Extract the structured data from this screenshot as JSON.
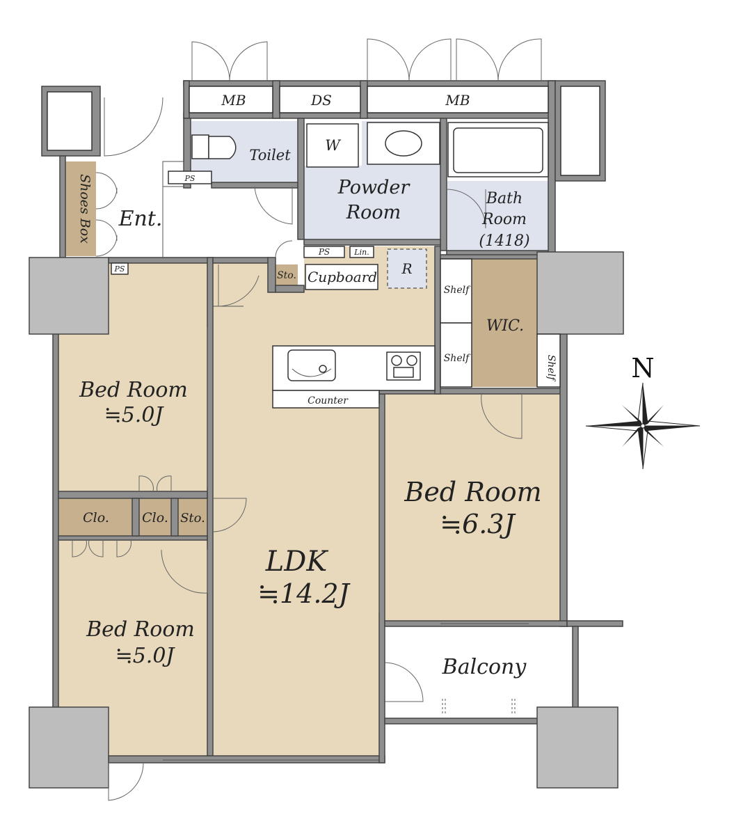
{
  "labels": {
    "mb_left": "MB",
    "ds": "DS",
    "mb_right": "MB",
    "toilet": "Toilet",
    "w": "W",
    "powder_line1": "Powder",
    "powder_line2": "Room",
    "bath_line1": "Bath",
    "bath_line2": "Room",
    "bath_line3": "(1418)",
    "shoes_box": "Shoes Box",
    "entrance": "Ent.",
    "ps_toilet": "PS",
    "ps_kitchen": "PS",
    "lin": "Lin.",
    "ps_bed": "PS",
    "sto_entry": "Sto.",
    "cupboard": "Cupboard",
    "refrigerator": "R",
    "shelf_top": "Shelf",
    "shelf_mid": "Shelf",
    "shelf_side": "Shelf",
    "wic": "WIC.",
    "counter": "Counter",
    "bed1_line1": "Bed Room",
    "bed1_line2": "≒5.0J",
    "clo1": "Clo.",
    "clo2": "Clo.",
    "sto_bed": "Sto.",
    "bed2_line1": "Bed Room",
    "bed2_line2": "≒5.0J",
    "ldk_line1": "LDK",
    "ldk_line2": "≒14.2J",
    "bed3_line1": "Bed Room",
    "bed3_line2": "≒6.3J",
    "balcony": "Balcony",
    "north": "N"
  },
  "colors": {
    "wall": "#8f8f8f",
    "column": "#bdbdbd",
    "living_room": "#e8d9bc",
    "wet_area": "#dfe3ee",
    "storage": "#c6b08d"
  }
}
